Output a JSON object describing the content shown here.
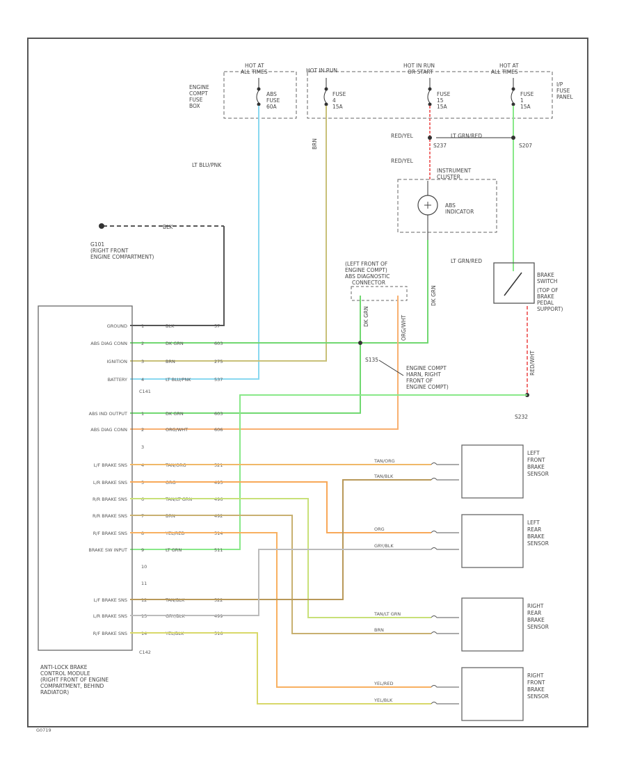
{
  "fuse_panel": {
    "hot_always_1": [
      "HOT AT",
      "ALL TIMES"
    ],
    "hot_run": "HOT IN RUN",
    "hot_run_start": [
      "HOT IN RUN",
      "OR START"
    ],
    "hot_always_2": [
      "HOT AT",
      "ALL TIMES"
    ],
    "engine_fuse_box": [
      "ENGINE",
      "COMPT",
      "FUSE",
      "BOX"
    ],
    "abs_fuse": [
      "ABS",
      "FUSE",
      "60A"
    ],
    "fuse_a": [
      "FUSE",
      "4",
      "15A"
    ],
    "fuse_b": [
      "FUSE",
      "15",
      "15A"
    ],
    "fuse_c": [
      "FUSE",
      "1",
      "15A"
    ],
    "ip_panel": [
      "I/P",
      "FUSE",
      "PANEL"
    ]
  },
  "wires": {
    "lt_blu_pnk": "LT BLU/PNK",
    "brn": "BRN",
    "red_yel_1": "RED/YEL",
    "red_yel_2": "RED/YEL",
    "lt_grn_red_top": "LT GRN/RED",
    "lt_grn_red_sw": "LT GRN/RED",
    "blk": "BLK",
    "dk_grn": "DK GRN",
    "org_wht": "ORG/WHT",
    "red_wht": "RED/WHT"
  },
  "splices": {
    "s237": "S237",
    "s207": "S207",
    "s135": "S135",
    "s232": "S232"
  },
  "ground": {
    "id": "G101",
    "desc": [
      "(RIGHT FRONT",
      "ENGINE COMPARTMENT)"
    ]
  },
  "instrument_cluster": {
    "title": [
      "INSTRUMENT",
      "CLUSTER"
    ],
    "abs_indicator": [
      "ABS",
      "INDICATOR"
    ]
  },
  "diag_connector": [
    "(LEFT FRONT OF",
    "ENGINE COMPT)",
    "ABS DIAGNOSTIC",
    "CONNECTOR"
  ],
  "harness_splice": [
    "ENGINE COMPT",
    "HARN, RIGHT",
    "FRONT OF",
    "ENGINE COMPT)"
  ],
  "brake_switch": [
    "BRAKE",
    "SWITCH",
    "(TOP OF",
    "BRAKE",
    "PEDAL",
    "SUPPORT)"
  ],
  "module": {
    "top_pins": [
      {
        "label": "GROUND",
        "num": "1",
        "wire": "BLK",
        "circuit": "57"
      },
      {
        "label": "ABS DIAG CONN",
        "num": "2",
        "wire": "DK GRN",
        "circuit": "603"
      },
      {
        "label": "IGNITION",
        "num": "3",
        "wire": "BRN",
        "circuit": "275"
      },
      {
        "label": "BATTERY",
        "num": "4",
        "wire": "LT BLU/PNK",
        "circuit": "537"
      }
    ],
    "connector_top": "C141",
    "bottom_pins": [
      {
        "label": "ABS IND OUTPUT",
        "num": "1",
        "wire": "DK GRN",
        "circuit": "603"
      },
      {
        "label": "ABS DIAG CONN",
        "num": "2",
        "wire": "ORG/WHT",
        "circuit": "606"
      },
      {
        "label": "",
        "num": "3",
        "wire": "",
        "circuit": ""
      },
      {
        "label": "L/F BRAKE SNS",
        "num": "4",
        "wire": "TAN/ORG",
        "circuit": "521"
      },
      {
        "label": "L/R BRAKE SNS",
        "num": "5",
        "wire": "ORG",
        "circuit": "495"
      },
      {
        "label": "R/R BRAKE SNS",
        "num": "6",
        "wire": "TAN/LT GRN",
        "circuit": "496"
      },
      {
        "label": "R/R BRAKE SNS",
        "num": "7",
        "wire": "BRN",
        "circuit": "492"
      },
      {
        "label": "R/F BRAKE SNS",
        "num": "8",
        "wire": "YEL/RED",
        "circuit": "514"
      },
      {
        "label": "BRAKE SW INPUT",
        "num": "9",
        "wire": "LT GRN",
        "circuit": "511"
      },
      {
        "label": "",
        "num": "10",
        "wire": "",
        "circuit": ""
      },
      {
        "label": "",
        "num": "11",
        "wire": "",
        "circuit": ""
      },
      {
        "label": "L/F BRAKE SNS",
        "num": "12",
        "wire": "TAN/BLK",
        "circuit": "522"
      },
      {
        "label": "L/R BRAKE SNS",
        "num": "13",
        "wire": "GRY/BLK",
        "circuit": "499"
      },
      {
        "label": "R/F BRAKE SNS",
        "num": "14",
        "wire": "YEL/BLK",
        "circuit": "516"
      }
    ],
    "connector_bottom": "C142",
    "description": [
      "ANTI-LOCK BRAKE",
      "CONTROL MODULE",
      "(RIGHT FRONT OF ENGINE",
      "COMPARTMENT, BEHIND",
      "RADIATOR)"
    ]
  },
  "sensors": [
    {
      "name": [
        "LEFT",
        "FRONT",
        "BRAKE",
        "SENSOR"
      ],
      "wires": [
        "TAN/ORG",
        "TAN/BLK"
      ]
    },
    {
      "name": [
        "LEFT",
        "REAR",
        "BRAKE",
        "SENSOR"
      ],
      "wires": [
        "ORG",
        "GRY/BLK"
      ]
    },
    {
      "name": [
        "RIGHT",
        "REAR",
        "BRAKE",
        "SENSOR"
      ],
      "wires": [
        "TAN/LT GRN",
        "BRN"
      ]
    },
    {
      "name": [
        "RIGHT",
        "FRONT",
        "BRAKE",
        "SENSOR"
      ],
      "wires": [
        "YEL/RED",
        "YEL/BLK"
      ]
    }
  ],
  "footer": "G0719",
  "colors": {
    "lt_blu": "#88d8f0",
    "brn": "#c8c078",
    "red": "#f07070",
    "lt_grn": "#88e888",
    "dk_grn": "#70d870",
    "org": "#f8b070",
    "tan": "#c8a868",
    "yel": "#d8d868",
    "gry": "#bbbbbb"
  }
}
